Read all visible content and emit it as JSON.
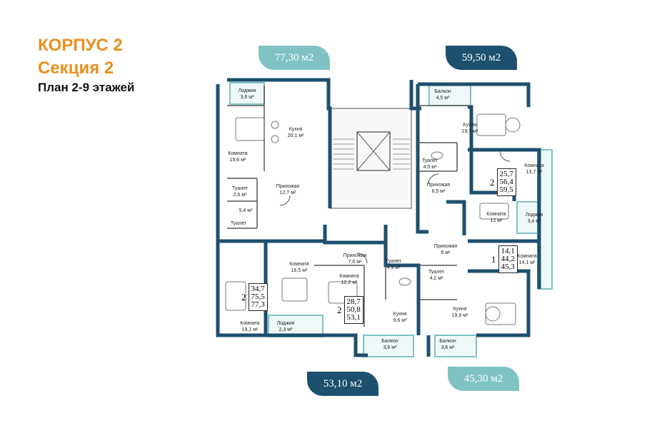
{
  "header": {
    "building": "КОРПУС 2",
    "section": "Секция 2",
    "plan": "План 2-9 этажей"
  },
  "tabs": {
    "t1": "77,30 м2",
    "t2": "59,50 м2",
    "t3": "53,10 м2",
    "t4": "45,30 м2"
  },
  "colors": {
    "wall": "#1d4f6e",
    "accent": "#7fc3c2",
    "dark_tab": "#1d4f6e",
    "light_tab": "#7fc3c2",
    "title": "#e8901f"
  },
  "rooms": {
    "r1": "Лоджия\n3,6 м²",
    "r2": "Кухня\n20,1 м²",
    "r3": "Комната\n15,6 м²",
    "r4": "Прихожая\n12,7 м²",
    "r5": "Туалет\n2,6 м²",
    "r6": "5,4 м²",
    "r7": "Туалет",
    "r8": "Комната\n19,1 м²",
    "r9": "Комната\n16,5 м²",
    "r10": "Лоджия\n2,3 м²",
    "r11": "Прихожая\n7,6 м²",
    "r12": "Комната\n12,2 м²",
    "r13": "Туалет\n4,9 м²",
    "r14": "Кухня\n9,6 м²",
    "r15": "Балкон\n3,6 м²",
    "r16": "Балкон\n4,5 м²",
    "r17": "Кухня\n19,7 м²",
    "r18": "Туалет\n4,5 м²",
    "r19": "Прихожая\n6,5 м²",
    "r20": "Комната\n13,7 м²",
    "r21": "Комната\n12 м²",
    "r22": "Лоджия\n3,4 м²",
    "r23": "Прихожая\n6 м²",
    "r24": "Туалет\n4,2 м²",
    "r25": "Комната\n14,1 м²",
    "r26": "Кухня\n19,9 м²",
    "r27": "Балкон\n3,6 м²"
  },
  "apartments": {
    "a1": {
      "rooms": "2",
      "v1": "34,7",
      "v2": "75,5",
      "v3": "77,3"
    },
    "a2": {
      "rooms": "2",
      "v1": "28,7",
      "v2": "50,8",
      "v3": "53,1"
    },
    "a3": {
      "rooms": "2",
      "v1": "25,7",
      "v2": "56,4",
      "v3": "59,5"
    },
    "a4": {
      "rooms": "1",
      "v1": "14,1",
      "v2": "44,2",
      "v3": "45,3"
    }
  }
}
